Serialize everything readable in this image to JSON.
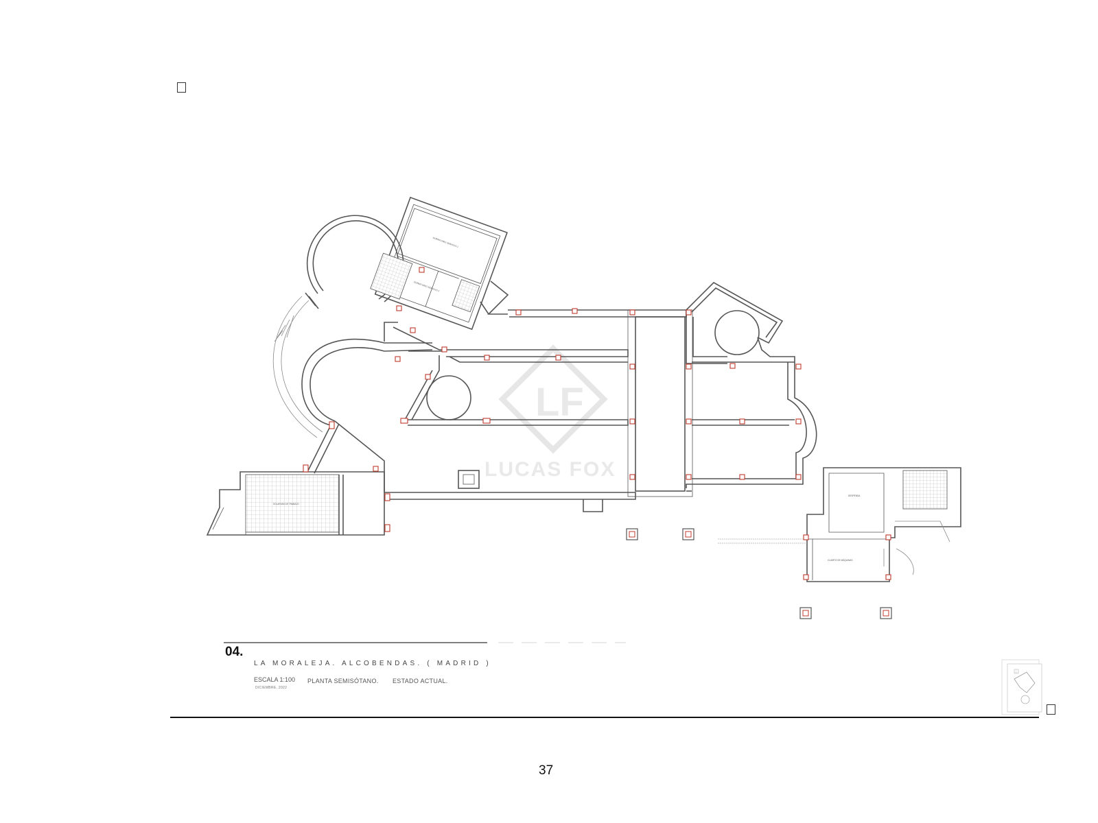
{
  "sheet": {
    "number": "04.",
    "location": "LA MORALEJA. ALCOBENDAS. ( MADRID )",
    "scale": "ESCALA 1:100",
    "plan_name": "PLANTA SEMISÓTANO.",
    "state": "ESTADO ACTUAL.",
    "date": "DICIEMBRE, 2022"
  },
  "watermark": {
    "monogram": "LF",
    "brand": "LUCAS FOX"
  },
  "page": {
    "number": "37"
  },
  "colors": {
    "wall": "#555555",
    "column": "#c0392b",
    "tile_grid": "#bbbbbb",
    "watermark": "#e7e7e7"
  }
}
